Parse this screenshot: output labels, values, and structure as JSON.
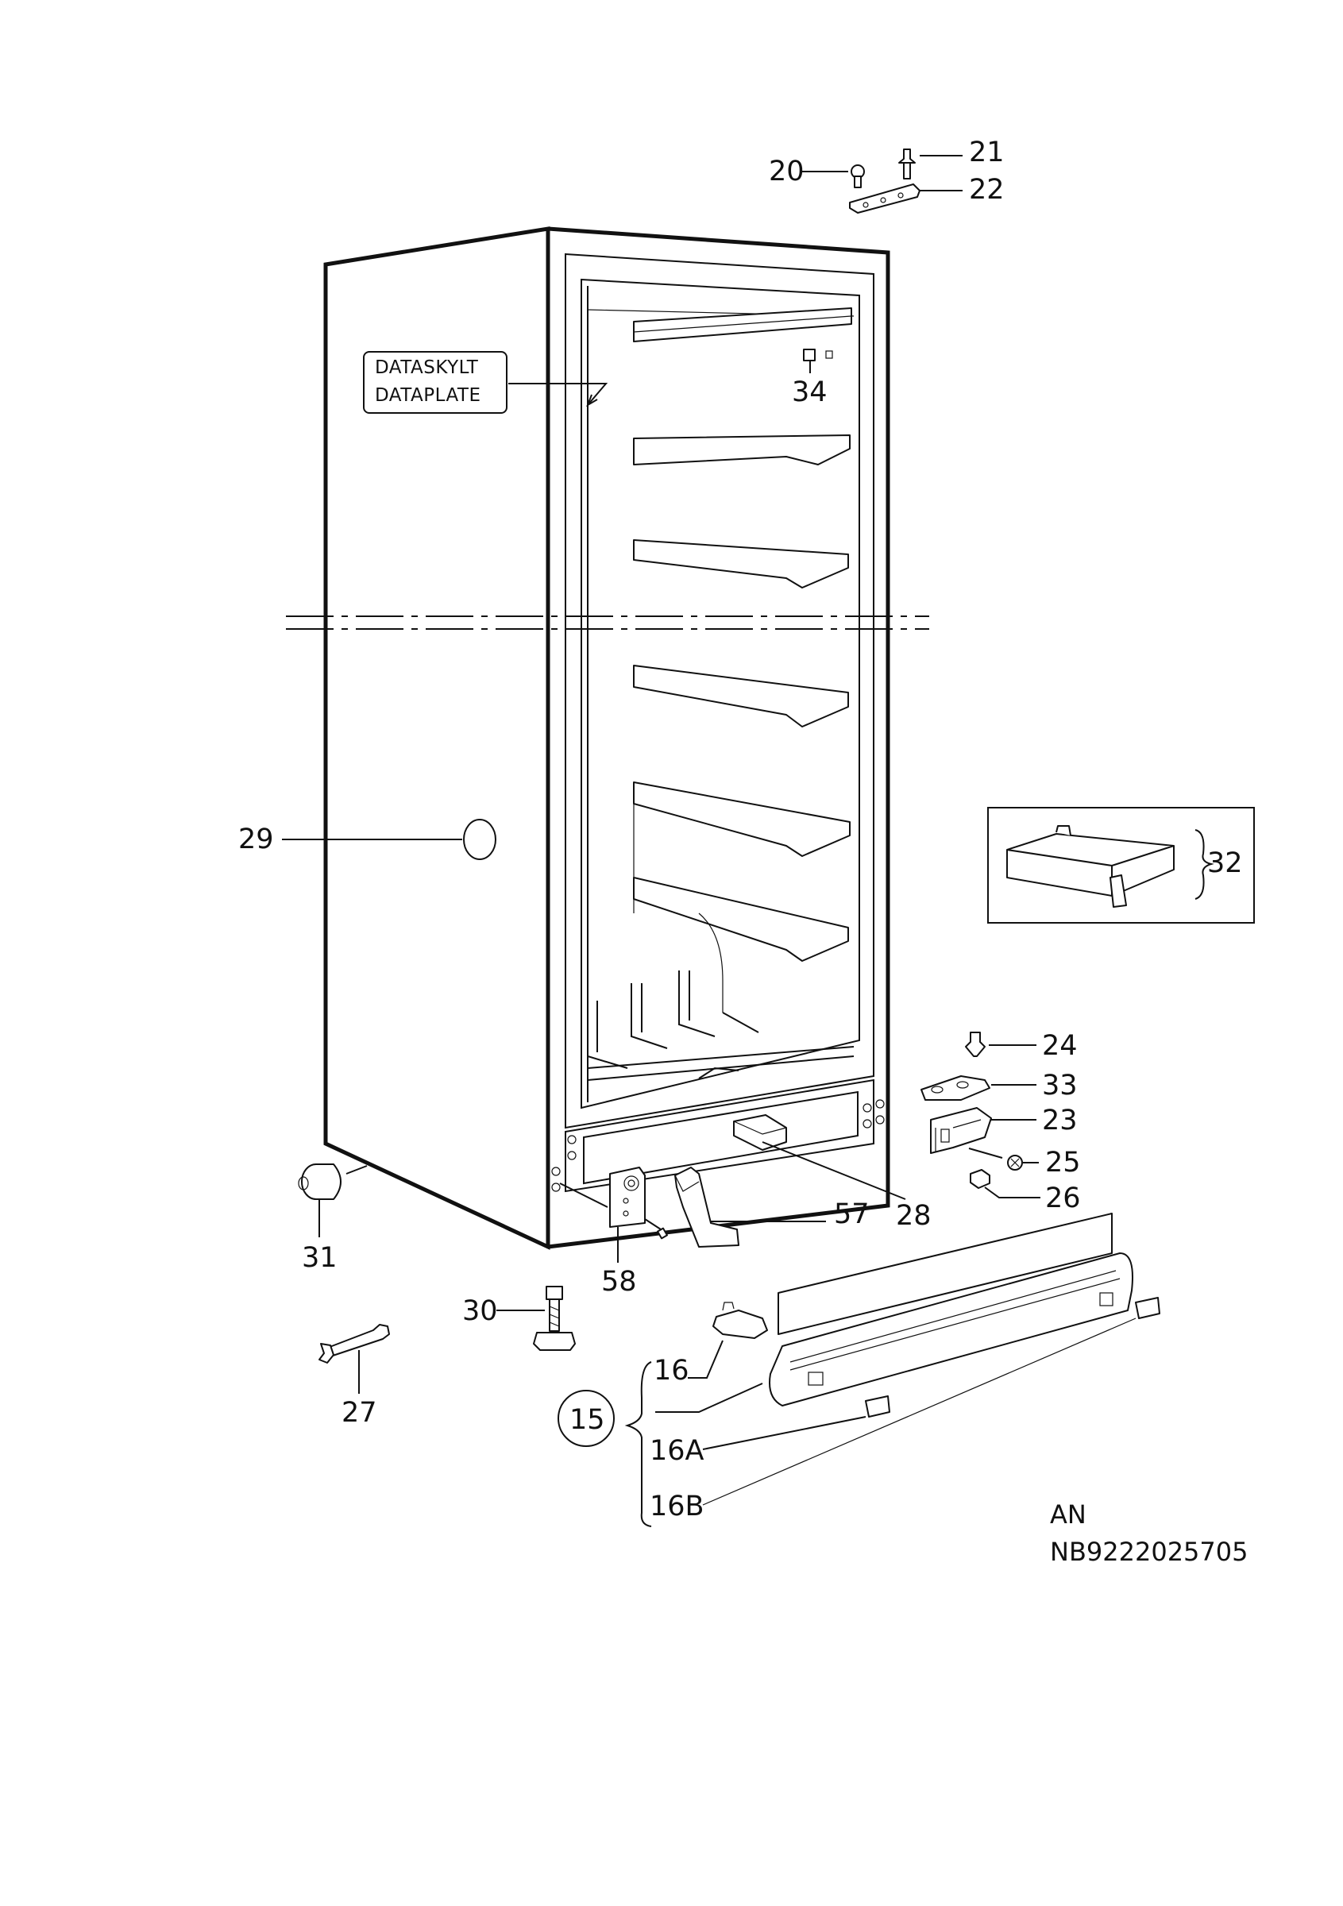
{
  "nameplate": {
    "line1": "DATASKYLT",
    "line2": "DATAPLATE"
  },
  "parts": {
    "p20": "20",
    "p21": "21",
    "p22": "22",
    "p34": "34",
    "p29": "29",
    "p32": "32",
    "p24": "24",
    "p33": "33",
    "p23": "23",
    "p25": "25",
    "p26": "26",
    "p28": "28",
    "p57": "57",
    "p31": "31",
    "p58": "58",
    "p30": "30",
    "p27": "27",
    "p16": "16",
    "p15": "15",
    "p16A": "16A",
    "p16B": "16B"
  },
  "footer": {
    "lang": "AN",
    "code": "NB9222025705"
  }
}
